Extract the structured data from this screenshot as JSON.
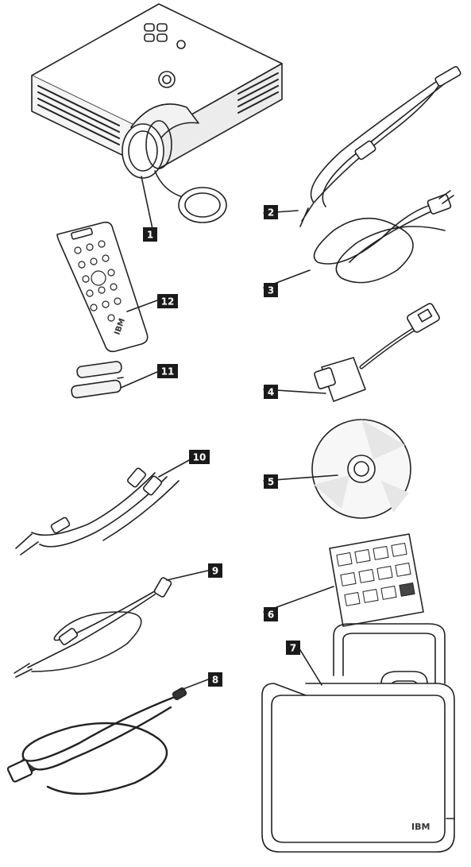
{
  "colors": {
    "ink": "#222222",
    "badge": "#1a1a1a",
    "badge_text": "#ffffff",
    "shade": "#cfcfcf"
  },
  "logo": "IBM",
  "items": [
    {
      "number": "1"
    },
    {
      "number": "2"
    },
    {
      "number": "3"
    },
    {
      "number": "4"
    },
    {
      "number": "5"
    },
    {
      "number": "6"
    },
    {
      "number": "7"
    },
    {
      "number": "8"
    },
    {
      "number": "9"
    },
    {
      "number": "10"
    },
    {
      "number": "11"
    },
    {
      "number": "12"
    }
  ]
}
